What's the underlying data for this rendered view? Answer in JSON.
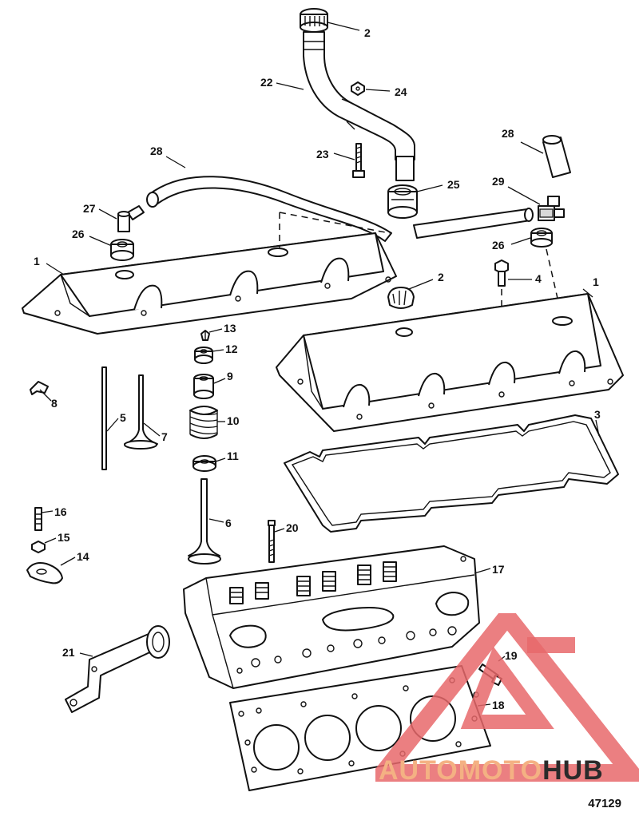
{
  "diagram": {
    "figure_number": "47129",
    "callouts": {
      "c1a": "1",
      "c1b": "1",
      "c2a": "2",
      "c2b": "2",
      "c3": "3",
      "c4": "4",
      "c5": "5",
      "c6": "6",
      "c7": "7",
      "c8": "8",
      "c9": "9",
      "c10": "10",
      "c11": "11",
      "c12": "12",
      "c13": "13",
      "c14": "14",
      "c15": "15",
      "c16": "16",
      "c17": "17",
      "c18": "18",
      "c19": "19",
      "c20": "20",
      "c21": "21",
      "c22": "22",
      "c23": "23",
      "c24": "24",
      "c25": "25",
      "c26a": "26",
      "c26b": "26",
      "c27": "27",
      "c28a": "28",
      "c28b": "28",
      "c29": "29"
    }
  },
  "watermark": {
    "text_part1": "AUTOMOTO",
    "text_part2": "HUB",
    "colors": {
      "triangle": "#e8696b",
      "text_light": "#f4b183",
      "text_dark": "#2a2a2a"
    }
  }
}
